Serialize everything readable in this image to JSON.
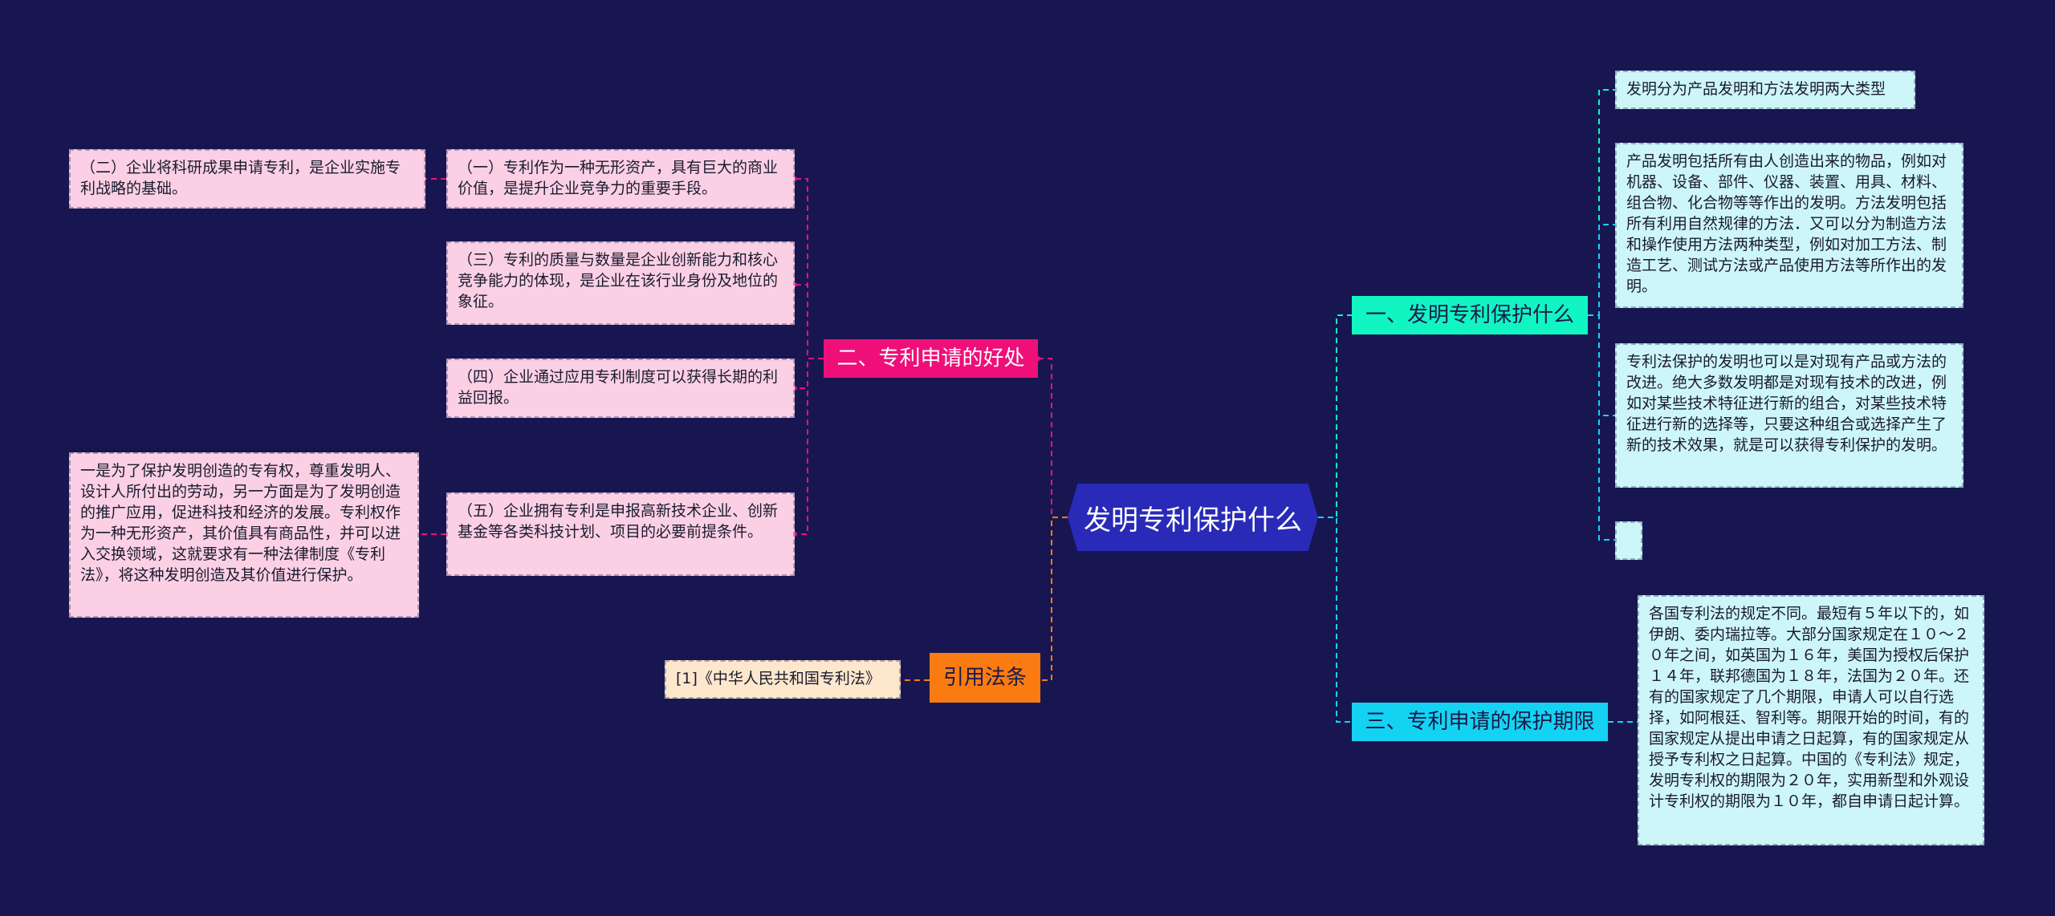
{
  "root": {
    "label": "发明专利保护什么"
  },
  "branches": {
    "b1": {
      "label": "一、发明专利保护什么",
      "items": [
        "发明分为产品发明和方法发明两大类型",
        "产品发明包括所有由人创造出来的物品，例如对机器、设备、部件、仪器、装置、用具、材料、组合物、化合物等等作出的发明。方法发明包括所有利用自然规律的方法．又可以分为制造方法和操作使用方法两种类型，例如对加工方法、制造工艺、测试方法或产品使用方法等所作出的发明。",
        "专利法保护的发明也可以是对现有产品或方法的改进。绝大多数发明都是对现有技术的改进，例如对某些技术特征进行新的组合，对某些技术特征进行新的选择等，只要这种组合或选择产生了新的技术效果，就是可以获得专利保护的发明。",
        ""
      ]
    },
    "b2": {
      "label": "二、专利申请的好处",
      "items": [
        "（一）专利作为一种无形资产，具有巨大的商业价值，是提升企业竞争力的重要手段。",
        "（三）专利的质量与数量是企业创新能力和核心竞争能力的体现，是企业在该行业身份及地位的象征。",
        "（四）企业通过应用专利制度可以获得长期的利益回报。",
        "（五）企业拥有专利是申报高新技术企业、创新基金等各类科技计划、项目的必要前提条件。"
      ],
      "sub1": "（二）企业将科研成果申请专利，是企业实施专利战略的基础。",
      "sub4": "一是为了保护发明创造的专有权，尊重发明人、设计人所付出的劳动，另一方面是为了发明创造的推广应用，促进科技和经济的发展。专利权作为一种无形资产，其价值具有商品性，并可以进入交换领域，这就要求有一种法律制度《专利法》，将这种发明创造及其价值进行保护。"
    },
    "b3": {
      "label": "三、专利申请的保护期限",
      "items": [
        "各国专利法的规定不同。最短有５年以下的，如伊朗、委内瑞拉等。大部分国家规定在１０～２０年之间，如英国为１６年，美国为授权后保护１４年，联邦德国为１８年，法国为２０年。还有的国家规定了几个期限，申请人可以自行选择，如阿根廷、智利等。期限开始的时间，有的国家规定从提出申请之日起算，有的国家规定从授予专利权之日起算。中国的《专利法》规定，发明专利权的期限为２０年，实用新型和外观设计专利权的期限为１０年，都自申请日起计算。"
      ]
    },
    "b4": {
      "label": "引用法条",
      "items": [
        "[1]《中华人民共和国专利法》"
      ]
    }
  },
  "colors": {
    "background": "#181651",
    "root": "#2a2ab8",
    "pink": "#ef0f78",
    "green": "#10f5c2",
    "cyan": "#14d3f2",
    "orange": "#fb7b13",
    "pink_leaf": "#fbd0e4",
    "cyan_leaf": "#cdf6f8",
    "peach_leaf": "#fde7cd"
  }
}
